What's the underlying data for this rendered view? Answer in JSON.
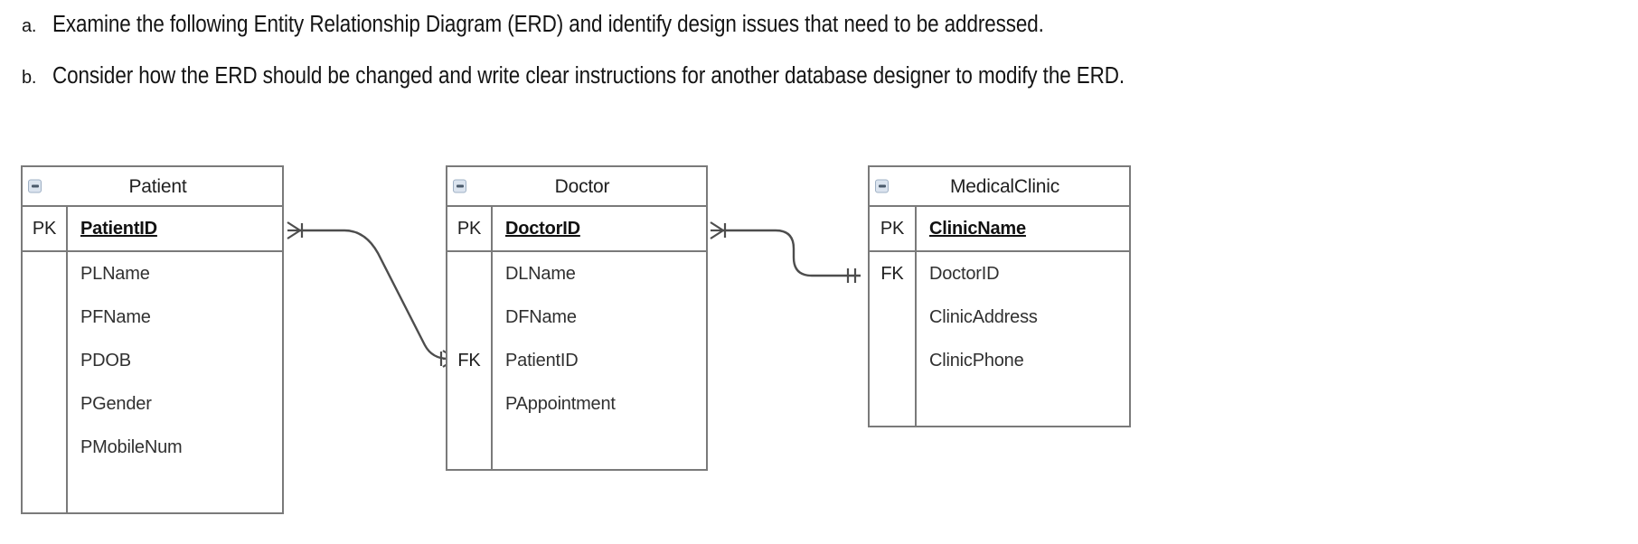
{
  "instructions": [
    {
      "marker": "a.",
      "text": "Examine the following Entity Relationship Diagram (ERD) and identify design issues that need to be addressed."
    },
    {
      "marker": "b.",
      "text": "Consider how the ERD should be changed and write clear instructions for another database designer to modify the ERD."
    }
  ],
  "diagram": {
    "type": "erd",
    "notation": "crows-foot",
    "entities": [
      {
        "id": "patient",
        "name": "Patient",
        "collapse_icon": "minus-box-icon",
        "key_rows": [
          {
            "key": "PK",
            "name": "PatientID",
            "style": "pk"
          }
        ],
        "attribute_rows": [
          {
            "key": "",
            "name": "PLName"
          },
          {
            "key": "",
            "name": "PFName"
          },
          {
            "key": "",
            "name": "PDOB"
          },
          {
            "key": "",
            "name": "PGender"
          },
          {
            "key": "",
            "name": "PMobileNum"
          }
        ],
        "trailing_blank_rows": 1
      },
      {
        "id": "doctor",
        "name": "Doctor",
        "collapse_icon": "minus-box-icon",
        "key_rows": [
          {
            "key": "PK",
            "name": "DoctorID",
            "style": "pk"
          }
        ],
        "attribute_rows": [
          {
            "key": "",
            "name": "DLName"
          },
          {
            "key": "",
            "name": "DFName"
          },
          {
            "key": "FK",
            "name": "PatientID"
          },
          {
            "key": "",
            "name": "PAppointment"
          }
        ],
        "trailing_blank_rows": 1
      },
      {
        "id": "medicalclinic",
        "name": "MedicalClinic",
        "collapse_icon": "minus-box-icon",
        "key_rows": [
          {
            "key": "PK",
            "name": "ClinicName",
            "style": "pk"
          }
        ],
        "attribute_rows": [
          {
            "key": "FK",
            "name": "DoctorID"
          },
          {
            "key": "",
            "name": "ClinicAddress"
          },
          {
            "key": "",
            "name": "ClinicPhone"
          }
        ],
        "trailing_blank_rows": 1
      }
    ],
    "relationships": [
      {
        "id": "patient-doctor",
        "from": "Patient.PatientID",
        "to": "Doctor.PatientID",
        "from_cardinality": "one-to-many",
        "to_cardinality": "many"
      },
      {
        "id": "doctor-medicalclinic",
        "from": "Doctor.DoctorID",
        "to": "MedicalClinic.DoctorID",
        "from_cardinality": "one-to-many",
        "to_cardinality": "one-and-only-one"
      }
    ],
    "colors": {
      "border": "#7a7a7a",
      "connector": "#4d4d4d",
      "background": "#ffffff",
      "text": "#202020",
      "collapse_icon_fill": "#dbe4ef"
    }
  }
}
